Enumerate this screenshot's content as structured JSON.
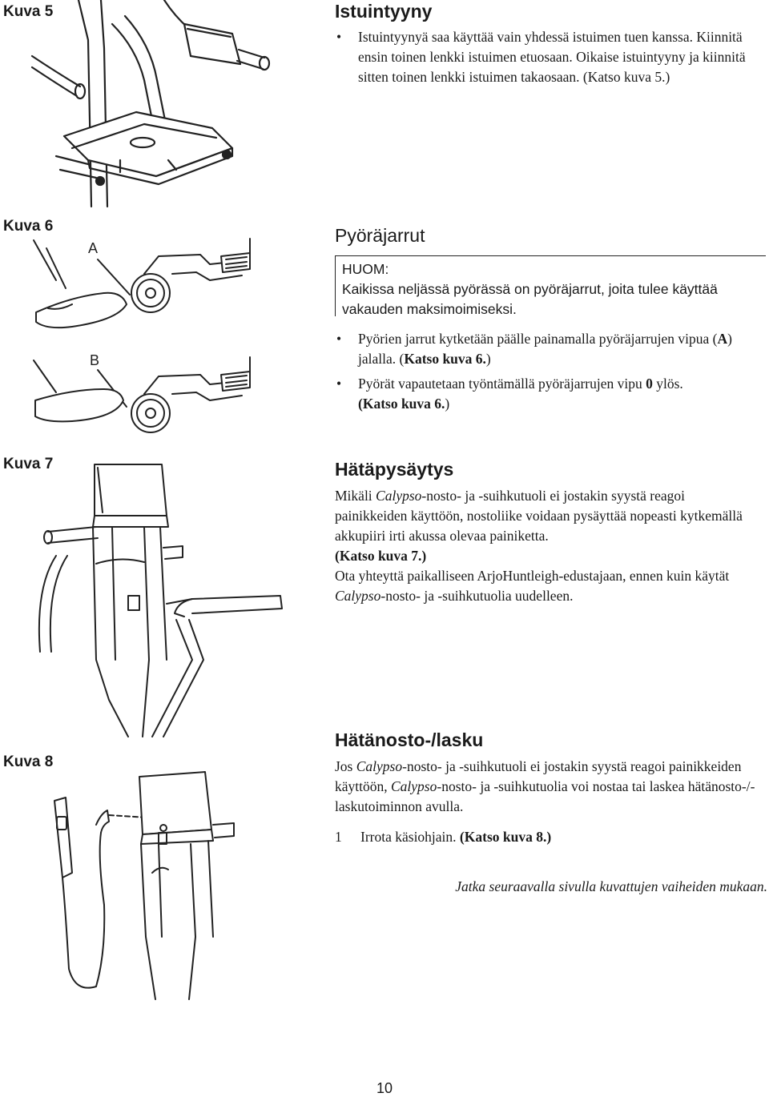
{
  "figures": {
    "kuva5": "Kuva 5",
    "kuva6": "Kuva 6",
    "kuva7": "Kuva 7",
    "kuva8": "Kuva 8",
    "label_a": "A",
    "label_b": "B"
  },
  "section_seat": {
    "title": "Istuintyyny",
    "bullets": [
      "Istuintyynyä saa käyttää vain yhdessä istuimen tuen kanssa. Kiinnitä ensin toinen lenkki istuimen etuosaan. Oikaise istuintyyny ja kiinnitä sitten toinen lenkki istuimen takaosaan.",
      "(Katso kuva 5.)"
    ]
  },
  "section_brakes": {
    "title": "Pyöräjarrut",
    "notice_label": "HUOM:",
    "notice_text": "Kaikissa neljässä pyörässä on pyöräjarrut, joita tulee käyttää vakauden maksimoimiseksi.",
    "bullet1_text": "Pyörien jarrut kytketään päälle painamalla pyöräjarrujen vipua (",
    "bullet1_bold_a": "A",
    "bullet1_mid": ") jalalla. (",
    "bullet1_ref": "Katso kuva 6.",
    "bullet1_end": ")",
    "bullet2_text": "Pyörät vapautetaan työntämällä pyöräjarrujen vipu ",
    "bullet2_bold_0": "0",
    "bullet2_mid": " ylös.",
    "bullet2_ref": "(Katso kuva 6.",
    "bullet2_end": ")"
  },
  "section_emergency_stop": {
    "title": "Hätäpysäytys",
    "p1_start": "Mikäli ",
    "p1_brand": "Calypso",
    "p1_rest": "-nosto- ja -suihkutuoli ei jostakin syystä reagoi painikkeiden käyttöön, nostoliike voidaan pysäyttää nopeasti kytkemällä akkupiiri irti akussa olevaa painiketta.",
    "p1_ref": "(Katso kuva 7.)",
    "p2_start": "Ota yhteyttä paikalliseen ArjoHuntleigh-edustajaan, ennen kuin käytät ",
    "p2_brand": "Calypso",
    "p2_rest": "-nosto- ja -suihkutuolia uudelleen."
  },
  "section_emergency_lift": {
    "title": "Hätänosto-/lasku",
    "p1_start": "Jos ",
    "p1_brand": "Calypso",
    "p1_mid": "-nosto- ja -suihkutuoli ei jostakin syystä reagoi painikkeiden käyttöön, ",
    "p1_brand2": "Calypso",
    "p1_rest": "-nosto- ja -suihkutuolia voi nostaa tai laskea hätänosto-/-laskutoiminnon avulla.",
    "step_number": "1",
    "step_text": "Irrota käsiohjain. ",
    "step_ref": "(Katso kuva 8.)",
    "continue_note": "Jatka seuraavalla sivulla kuvattujen vaiheiden mukaan."
  },
  "page_number": "10"
}
